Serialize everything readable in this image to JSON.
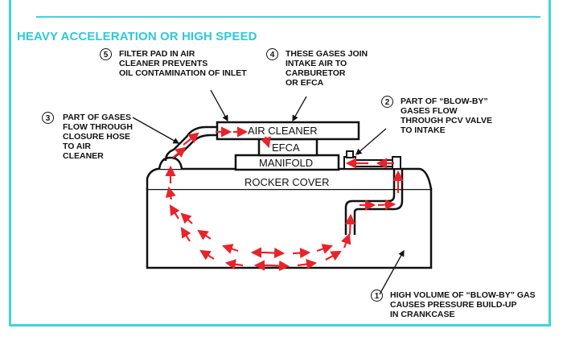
{
  "title": "HEAVY ACCELERATION OR HIGH SPEED",
  "colors": {
    "accent": "#3fd3e0",
    "title": "#2ec9db",
    "flow_arrow": "#e8232a",
    "line": "#111111"
  },
  "components": {
    "air_cleaner": "AIR CLEANER",
    "efca": "EFCA",
    "manifold": "MANIFOLD",
    "rocker_cover": "ROCKER COVER"
  },
  "callouts": [
    {
      "number": "1",
      "text": "HIGH VOLUME OF “BLOW-BY” GAS\nCAUSES PRESSURE BUILD-UP\nIN CRANKCASE"
    },
    {
      "number": "2",
      "text": "PART OF “BLOW-BY”\nGASES FLOW\nTHROUGH PCV VALVE\nTO INTAKE"
    },
    {
      "number": "3",
      "text": "PART OF GASES\nFLOW THROUGH\nCLOSURE HOSE\nTO AIR\nCLEANER"
    },
    {
      "number": "4",
      "text": "THESE GASES JOIN\nINTAKE AIR TO\nCARBURETOR\nOR EFCA"
    },
    {
      "number": "5",
      "text": "FILTER PAD IN AIR\nCLEANER PREVENTS\nOIL CONTAMINATION OF INLET"
    }
  ]
}
